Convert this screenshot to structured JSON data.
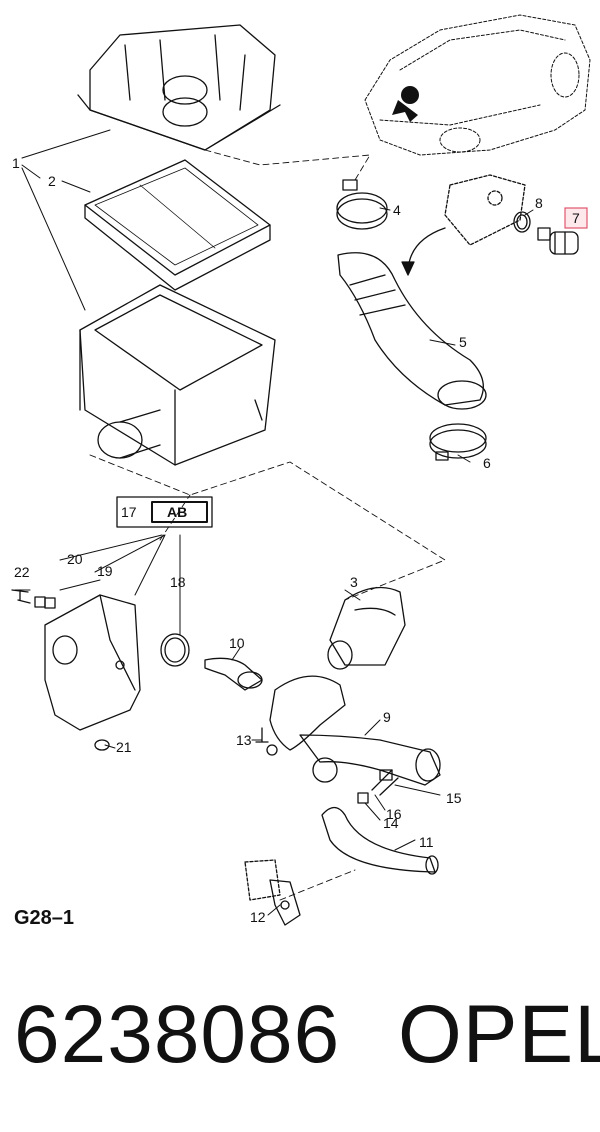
{
  "diagram": {
    "figure_code": "G28–1",
    "group_box": {
      "outer": "17",
      "inner": "AB"
    },
    "callouts": [
      "1",
      "2",
      "3",
      "4",
      "5",
      "6",
      "7",
      "8",
      "9",
      "10",
      "11",
      "12",
      "13",
      "14",
      "15",
      "16",
      "18",
      "19",
      "20",
      "21",
      "22"
    ],
    "highlight_color": "#e0566e"
  },
  "footer": {
    "part_number": "6238086",
    "brand": "OPEL"
  }
}
